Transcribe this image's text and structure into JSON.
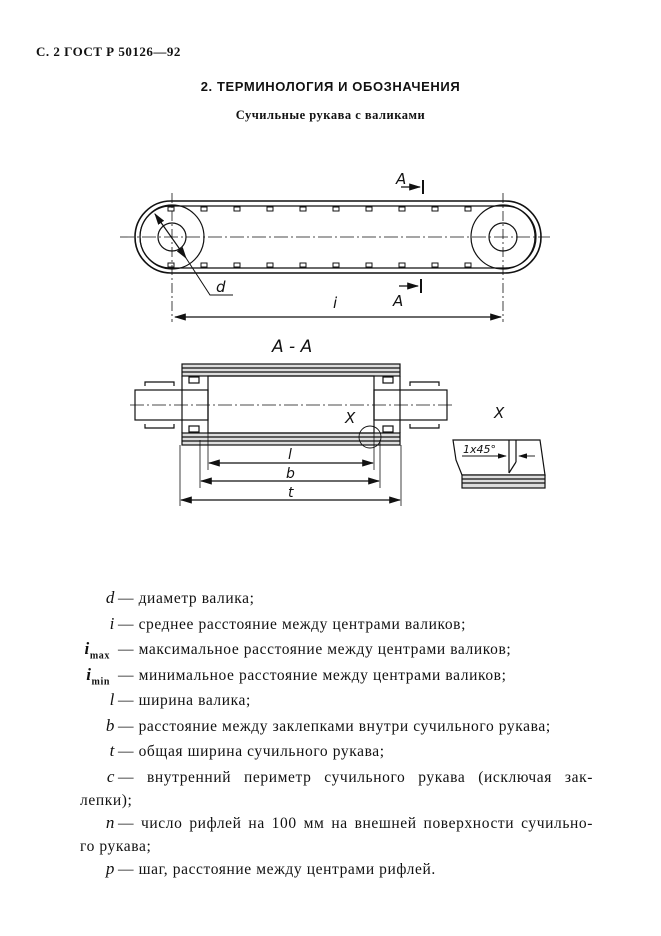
{
  "header": {
    "page_ref": "С. 2 ГОСТ Р 50126—92"
  },
  "section_title": "2. ТЕРМИНОЛОГИЯ И ОБОЗНАЧЕНИЯ",
  "subtitle": "Сучильные рукава с валиками",
  "figure": {
    "labels": {
      "section_mark": "A",
      "diameter": "d",
      "center_distance": "i",
      "section_title": "A - A",
      "detail_mark": "X",
      "width_l": "l",
      "width_b": "b",
      "width_t": "t",
      "chamfer": "1x45°"
    }
  },
  "definitions": [
    {
      "term": "d",
      "sub": "",
      "lines": [
        "— диаметр валика;"
      ]
    },
    {
      "term": "i",
      "sub": "",
      "lines": [
        "— среднее расстояние между центрами валиков;"
      ]
    },
    {
      "term": "i",
      "sub": "max",
      "lines": [
        "— максимальное расстояние между центрами валиков;"
      ]
    },
    {
      "term": "i",
      "sub": "min",
      "lines": [
        "— минимальное расстояние между центрами валиков;"
      ]
    },
    {
      "term": "l",
      "sub": "",
      "lines": [
        "— ширина валика;"
      ]
    },
    {
      "term": "b",
      "sub": "",
      "lines": [
        "— расстояние между заклепками внутри сучильного рукава;"
      ]
    },
    {
      "term": "t",
      "sub": "",
      "lines": [
        "— общая ширина сучильного рукава;"
      ]
    },
    {
      "term": "c",
      "sub": "",
      "lines": [
        "— внутренний периметр сучильного рукава (исключая зак-",
        "лепки);"
      ]
    },
    {
      "term": "n",
      "sub": "",
      "lines": [
        "— число рифлей на 100 мм на внешней поверхности сучильно-",
        "го рукава;"
      ]
    },
    {
      "term": "p",
      "sub": "",
      "lines": [
        "— шаг, расстояние между центрами рифлей."
      ]
    }
  ]
}
